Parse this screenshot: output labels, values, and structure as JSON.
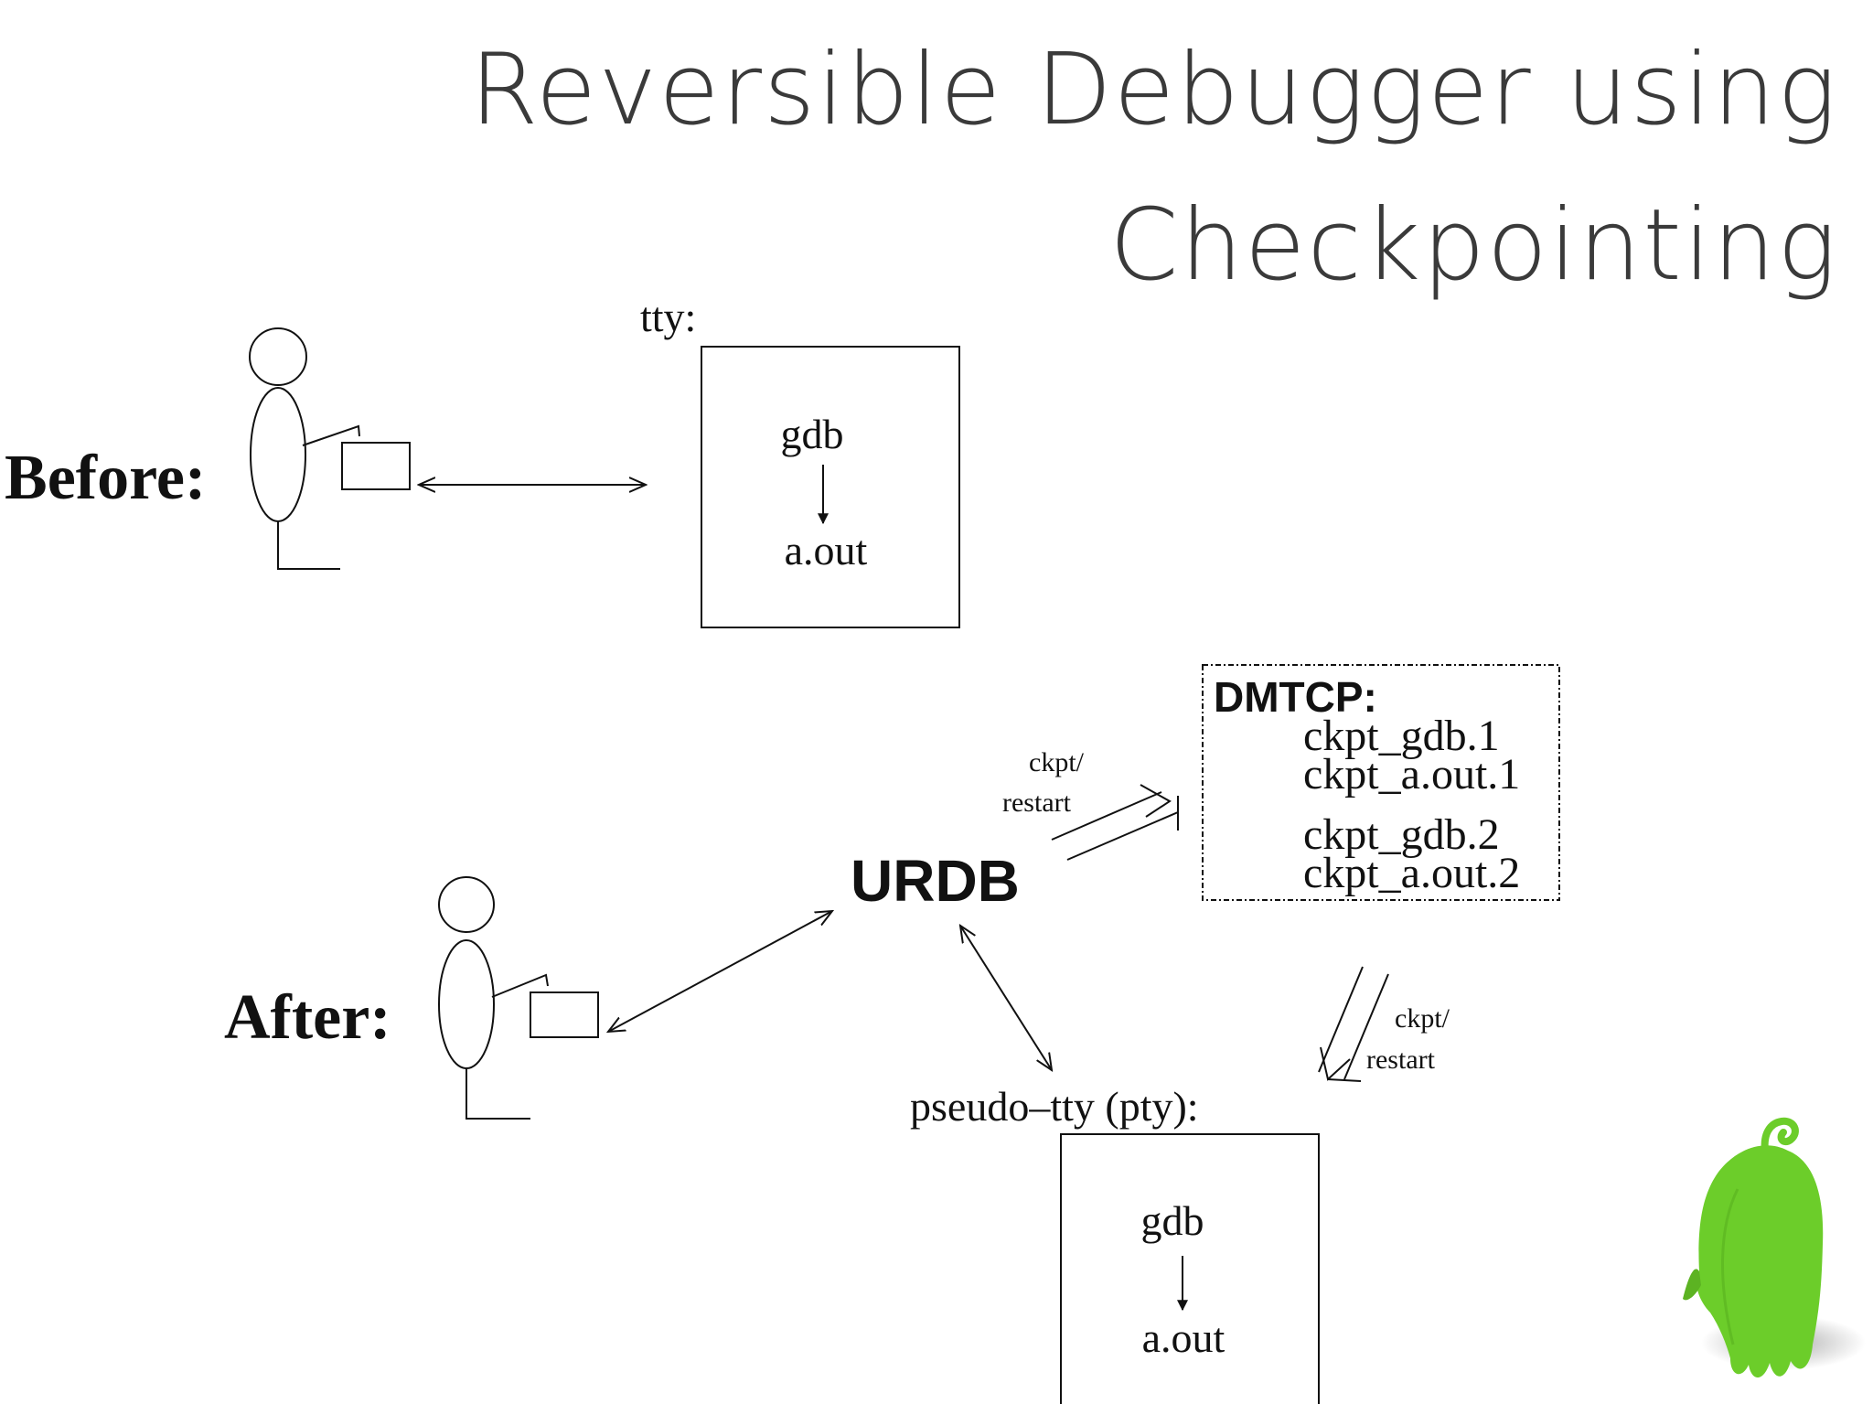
{
  "slide": {
    "title_line1": "Reversible Debugger using",
    "title_line2": "Checkpointing"
  },
  "before": {
    "label": "Before:",
    "tty_label": "tty:",
    "process_top": "gdb",
    "process_bottom": "a.out"
  },
  "after": {
    "label": "After:",
    "urdb_label": "URDB",
    "pty_label": "pseudo–tty (pty):",
    "process_top": "gdb",
    "process_bottom": "a.out",
    "ckpt_label_upper_1": "ckpt/",
    "ckpt_label_upper_2": "restart",
    "ckpt_label_lower_1": "ckpt/",
    "ckpt_label_lower_2": "restart"
  },
  "dmtcp": {
    "header": "DMTCP:",
    "files": [
      "ckpt_gdb.1",
      "ckpt_a.out.1",
      "ckpt_gdb.2",
      "ckpt_a.out.2"
    ]
  },
  "colors": {
    "mascot_green": "#6ccd2a",
    "title_gray": "#3a3a3a"
  },
  "icons": {
    "mascot": "green-ghost-mascot-icon",
    "user": "stick-figure-user-icon"
  }
}
